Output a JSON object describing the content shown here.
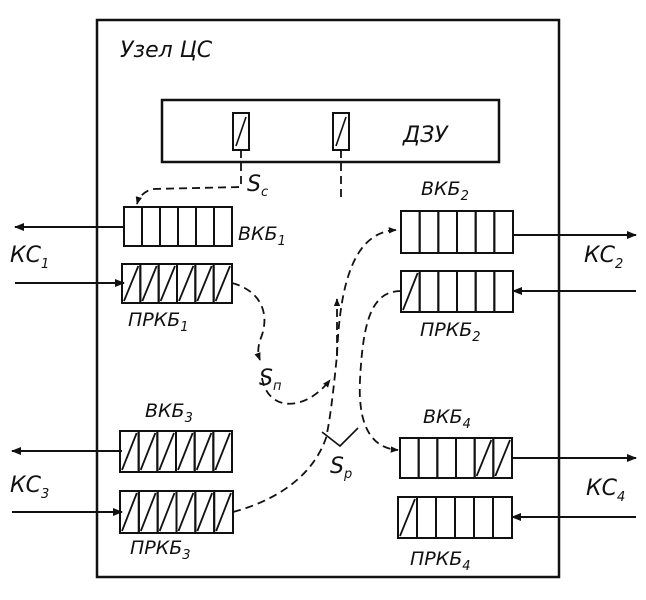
{
  "node": {
    "title": "Узел ЦС"
  },
  "storage": {
    "label": "ДЗУ"
  },
  "signals": {
    "sc": {
      "base": "S",
      "sub": "c"
    },
    "sn": {
      "base": "S",
      "sub": "п"
    },
    "sp": {
      "base": "S",
      "sub": "p"
    }
  },
  "channels": [
    {
      "id": "kc1",
      "base": "КС",
      "sub": "1"
    },
    {
      "id": "kc2",
      "base": "КС",
      "sub": "2"
    },
    {
      "id": "kc3",
      "base": "КС",
      "sub": "3"
    },
    {
      "id": "kc4",
      "base": "КС",
      "sub": "4"
    }
  ],
  "buffers": [
    {
      "id": "vkb1",
      "base": "ВКБ",
      "sub": "1",
      "cells": 6,
      "filled": []
    },
    {
      "id": "prkb1",
      "base": "ПРКБ",
      "sub": "1",
      "cells": 6,
      "filled": [
        1,
        2,
        3,
        4,
        5,
        6
      ]
    },
    {
      "id": "vkb2",
      "base": "ВКБ",
      "sub": "2",
      "cells": 6,
      "filled": []
    },
    {
      "id": "prkb2",
      "base": "ПРКБ",
      "sub": "2",
      "cells": 6,
      "filled": [
        1
      ]
    },
    {
      "id": "vkb3",
      "base": "ВКБ",
      "sub": "3",
      "cells": 6,
      "filled": [
        1,
        2,
        3,
        4,
        5,
        6
      ]
    },
    {
      "id": "prkb3",
      "base": "ПРКБ",
      "sub": "3",
      "cells": 6,
      "filled": [
        1,
        2,
        3,
        4,
        5,
        6
      ]
    },
    {
      "id": "vkb4",
      "base": "ВКБ",
      "sub": "4",
      "cells": 6,
      "filled": [
        5,
        6
      ]
    },
    {
      "id": "prkb4",
      "base": "ПРКБ",
      "sub": "4",
      "cells": 6,
      "filled": [
        1
      ]
    }
  ]
}
